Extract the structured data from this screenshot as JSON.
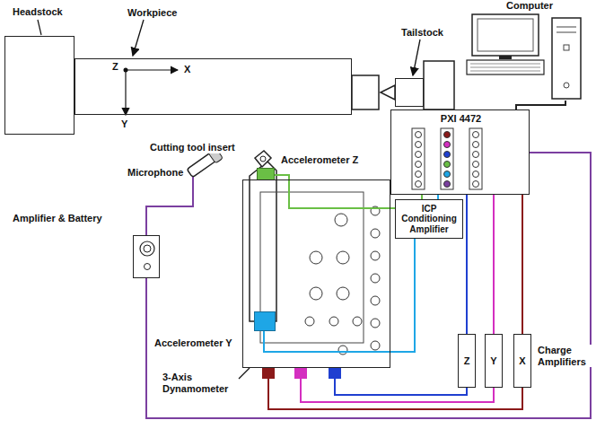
{
  "diagram": {
    "nodes": [
      {
        "text": [
          "Headstock"
        ]
      },
      {
        "text": [
          "Workpiece"
        ]
      },
      {
        "text": [
          "Tailstock"
        ]
      },
      {
        "text": [
          "Computer"
        ]
      },
      {
        "text": [
          "PXI 4472"
        ]
      },
      {
        "text": [
          "Accelerometer Z"
        ]
      },
      {
        "text": [
          "Microphone"
        ]
      },
      {
        "text": [
          "ICP Conditioning Amplifier"
        ]
      },
      {
        "text": [
          "Amplifier & Battery"
        ]
      },
      {
        "text": [
          "3-Axis Dynamometer"
        ]
      },
      {
        "text": [
          "Accelerometer Y"
        ],
        "in": 9
      },
      {
        "text": [
          "Z"
        ]
      },
      {
        "text": [
          "Y"
        ]
      },
      {
        "text": [
          "X"
        ]
      }
    ],
    "edges": [
      {
        "from": 6,
        "to": 8,
        "arrow": "none"
      },
      {
        "from": 8,
        "to": 4,
        "arrow": "none"
      },
      {
        "from": 5,
        "to": 7,
        "arrow": "none"
      },
      {
        "from": 10,
        "to": 7,
        "arrow": "none"
      },
      {
        "from": 7,
        "to": 4,
        "arrow": "none"
      },
      {
        "from": 7,
        "to": 4,
        "arrow": "none"
      },
      {
        "from": 9,
        "to": 11,
        "arrow": "none"
      },
      {
        "from": 9,
        "to": 12,
        "arrow": "none"
      },
      {
        "from": 9,
        "to": 13,
        "arrow": "none"
      },
      {
        "from": 11,
        "to": 4,
        "arrow": "none"
      },
      {
        "from": 12,
        "to": 4,
        "arrow": "none"
      },
      {
        "from": 13,
        "to": 4,
        "arrow": "none"
      },
      {
        "from": 4,
        "to": 3,
        "arrow": "none"
      }
    ],
    "labels": [
      "Z",
      "X",
      "Y",
      "Cutting tool insert",
      "Charge Amplifiers"
    ]
  }
}
